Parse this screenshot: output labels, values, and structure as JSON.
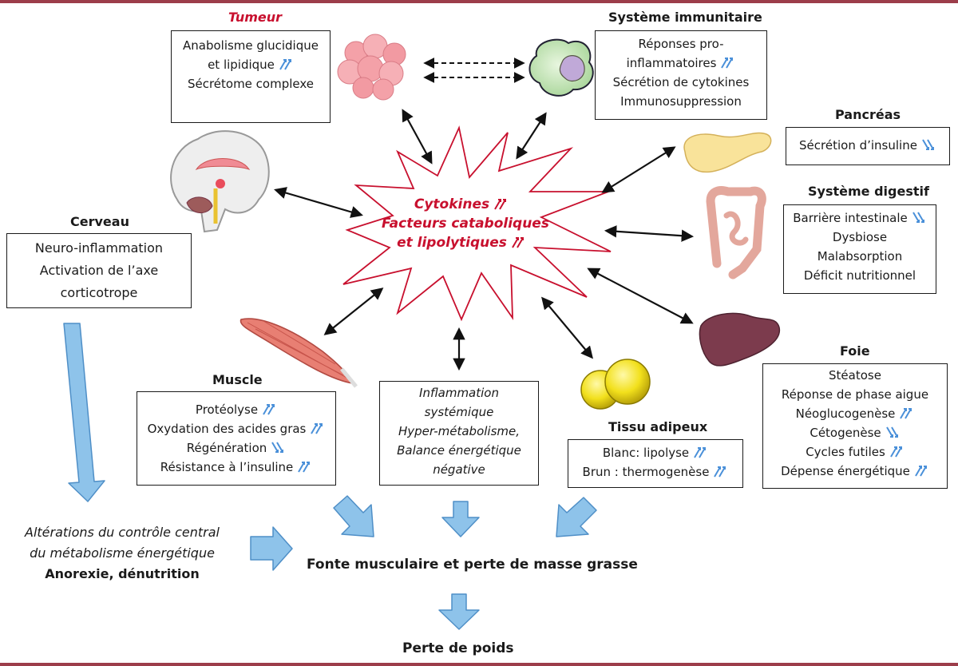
{
  "colors": {
    "accent_red": "#c8102e",
    "rule": "#9c3d4a",
    "arrow_blue": "#4a90d9",
    "fat_arrow_fill": "#8ec3ea",
    "fat_arrow_stroke": "#4f8fc7"
  },
  "center": {
    "line1": "Cytokines",
    "line2": "Facteurs cataboliques",
    "line3": "et lipolytiques"
  },
  "tumeur": {
    "title": "Tumeur",
    "lines": [
      "Anabolisme glucidique",
      "et lipidique",
      "Sécrétome complexe"
    ]
  },
  "immunitaire": {
    "title": "Système immunitaire",
    "lines": [
      "Réponses pro-",
      "inflammatoires",
      "Sécrétion de cytokines",
      "Immunosuppression"
    ]
  },
  "pancreas": {
    "title": "Pancréas",
    "lines": [
      "Sécrétion d’insuline"
    ]
  },
  "digestif": {
    "title": "Système digestif",
    "lines": [
      "Barrière intestinale",
      "Dysbiose",
      "Malabsorption",
      "Déficit nutritionnel"
    ]
  },
  "cerveau": {
    "title": "Cerveau",
    "lines": [
      "Neuro-inflammation",
      "Activation de l’axe",
      "corticotrope"
    ]
  },
  "muscle": {
    "title": "Muscle",
    "lines": [
      "Protéolyse",
      "Oxydation des acides gras",
      "Régénération",
      "Résistance à l’insuline"
    ]
  },
  "systemique": {
    "lines": [
      "Inflammation",
      "systémique",
      "Hyper-métabolisme,",
      "Balance énergétique",
      "négative"
    ]
  },
  "adipeux": {
    "title": "Tissu adipeux",
    "lines": [
      "Blanc: lipolyse",
      "Brun : thermogenèse"
    ]
  },
  "foie": {
    "title": "Foie",
    "lines": [
      "Stéatose",
      "Réponse de phase aigue",
      "Néoglucogenèse",
      "Cétogenèse",
      "Cycles futiles",
      "Dépense énergétique"
    ]
  },
  "central": {
    "line1": "Altérations du contrôle central",
    "line2": "du métabolisme énergétique",
    "line3": "Anorexie, dénutrition"
  },
  "fonte": "Fonte musculaire et perte de masse grasse",
  "perte": "Perte de poids"
}
